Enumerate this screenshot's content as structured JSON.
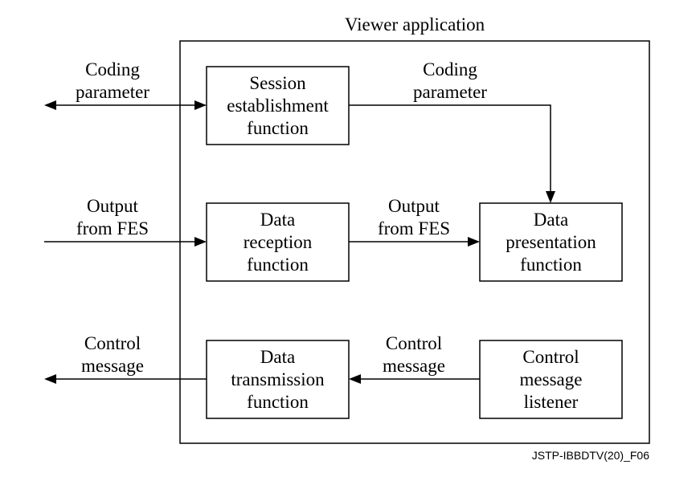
{
  "diagram": {
    "title": "Viewer application",
    "figure_id": "JSTP-IBBDTV(20)_F06",
    "boxes": {
      "session": [
        "Session",
        "establishment",
        "function"
      ],
      "reception": [
        "Data",
        "reception",
        "function"
      ],
      "presentation": [
        "Data",
        "presentation",
        "function"
      ],
      "transmission": [
        "Data",
        "transmission",
        "function"
      ],
      "listener": [
        "Control",
        "message",
        "listener"
      ]
    },
    "labels": {
      "coding_outer": [
        "Coding",
        "parameter"
      ],
      "coding_inner": [
        "Coding",
        "parameter"
      ],
      "output_outer": [
        "Output",
        "from FES"
      ],
      "output_inner": [
        "Output",
        "from FES"
      ],
      "control_outer": [
        "Control",
        "message"
      ],
      "control_inner": [
        "Control",
        "message"
      ]
    }
  }
}
